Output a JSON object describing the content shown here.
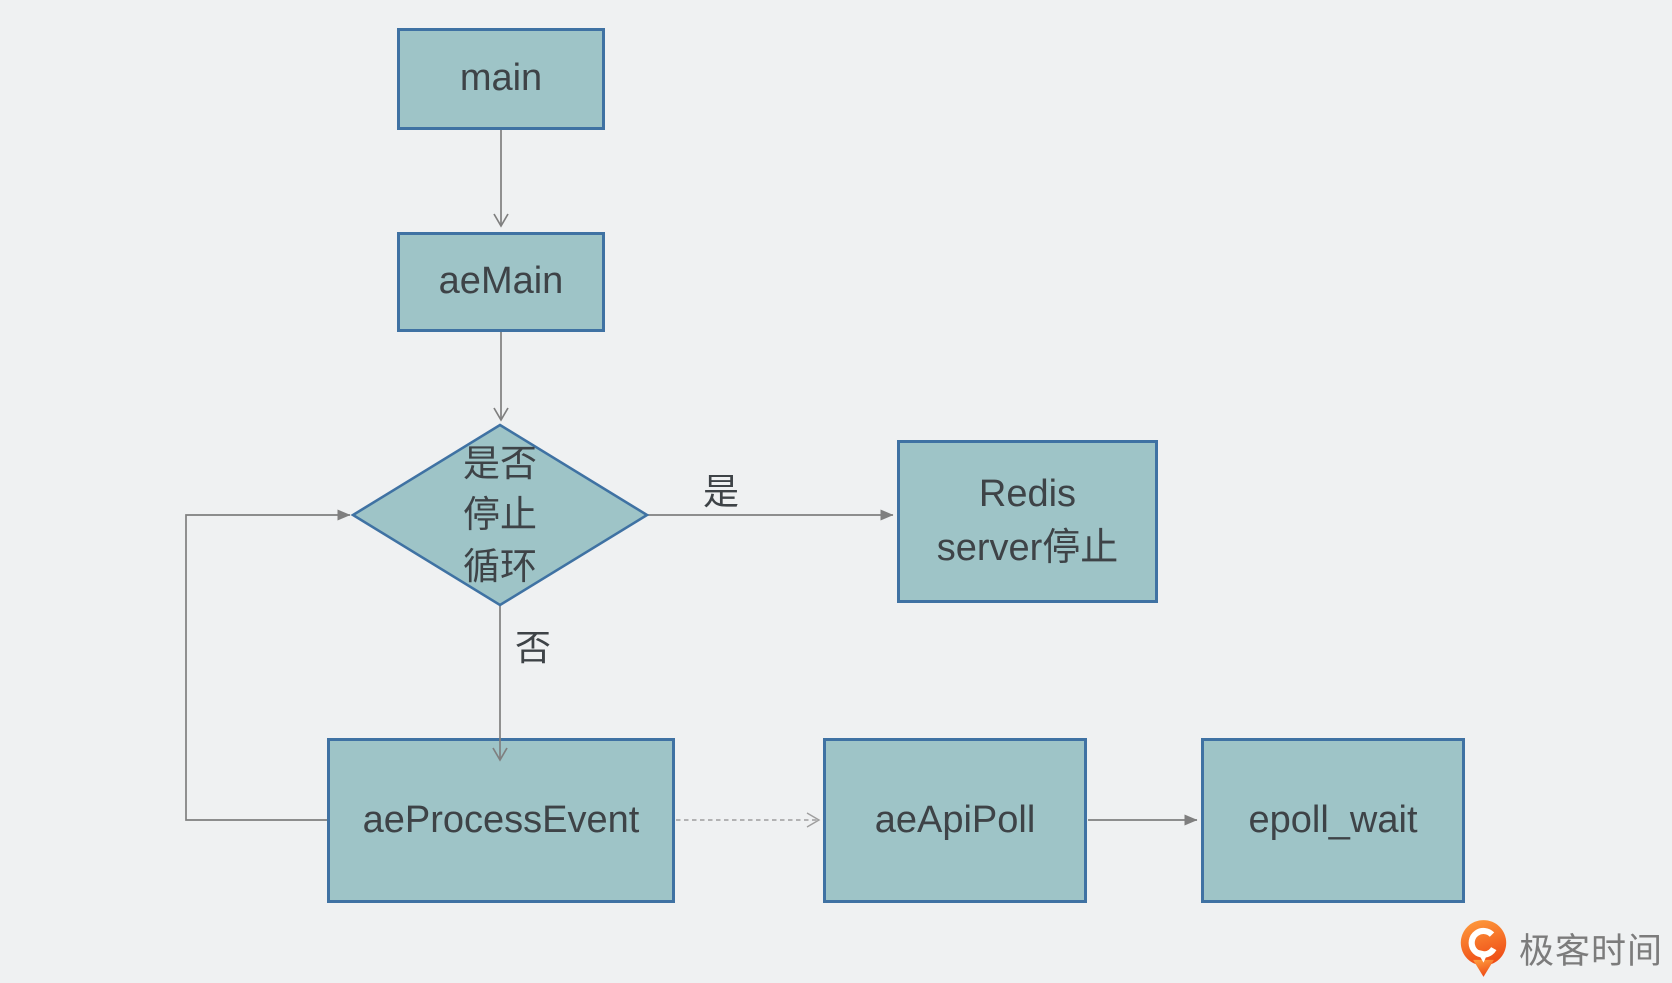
{
  "diagram": {
    "title": "Redis aeMain event loop flowchart",
    "nodes": {
      "main": {
        "label": "main"
      },
      "aeMain": {
        "label": "aeMain"
      },
      "stopLoop": {
        "label": "是否\n停止\n循环",
        "shape": "diamond"
      },
      "redisStop": {
        "label": "Redis\nserver停止"
      },
      "aeProcessEvent": {
        "label": "aeProcessEvent"
      },
      "aeApiPoll": {
        "label": "aeApiPoll"
      },
      "epollWait": {
        "label": "epoll_wait"
      }
    },
    "edges": [
      {
        "from": "main",
        "to": "aeMain",
        "style": "solid",
        "label": ""
      },
      {
        "from": "aeMain",
        "to": "stopLoop",
        "style": "solid",
        "label": ""
      },
      {
        "from": "stopLoop",
        "to": "redisStop",
        "style": "solid",
        "label": "是"
      },
      {
        "from": "stopLoop",
        "to": "aeProcessEvent",
        "style": "solid",
        "label": "否"
      },
      {
        "from": "aeProcessEvent",
        "to": "stopLoop",
        "style": "solid",
        "label": ""
      },
      {
        "from": "aeProcessEvent",
        "to": "aeApiPoll",
        "style": "dashed",
        "label": ""
      },
      {
        "from": "aeApiPoll",
        "to": "epollWait",
        "style": "solid",
        "label": ""
      }
    ],
    "colors": {
      "background": "#eff1f2",
      "node_fill": "#9ec4c7",
      "node_border": "#3f72a3",
      "arrow": "#7f7f7f",
      "dashed_arrow": "#9e9e9e",
      "text": "#3e4347",
      "logo_orange": "#f4581c",
      "logo_text": "#7c7c7c"
    }
  },
  "watermark": {
    "text": "极客时间",
    "icon": "geektime-logo-icon"
  }
}
